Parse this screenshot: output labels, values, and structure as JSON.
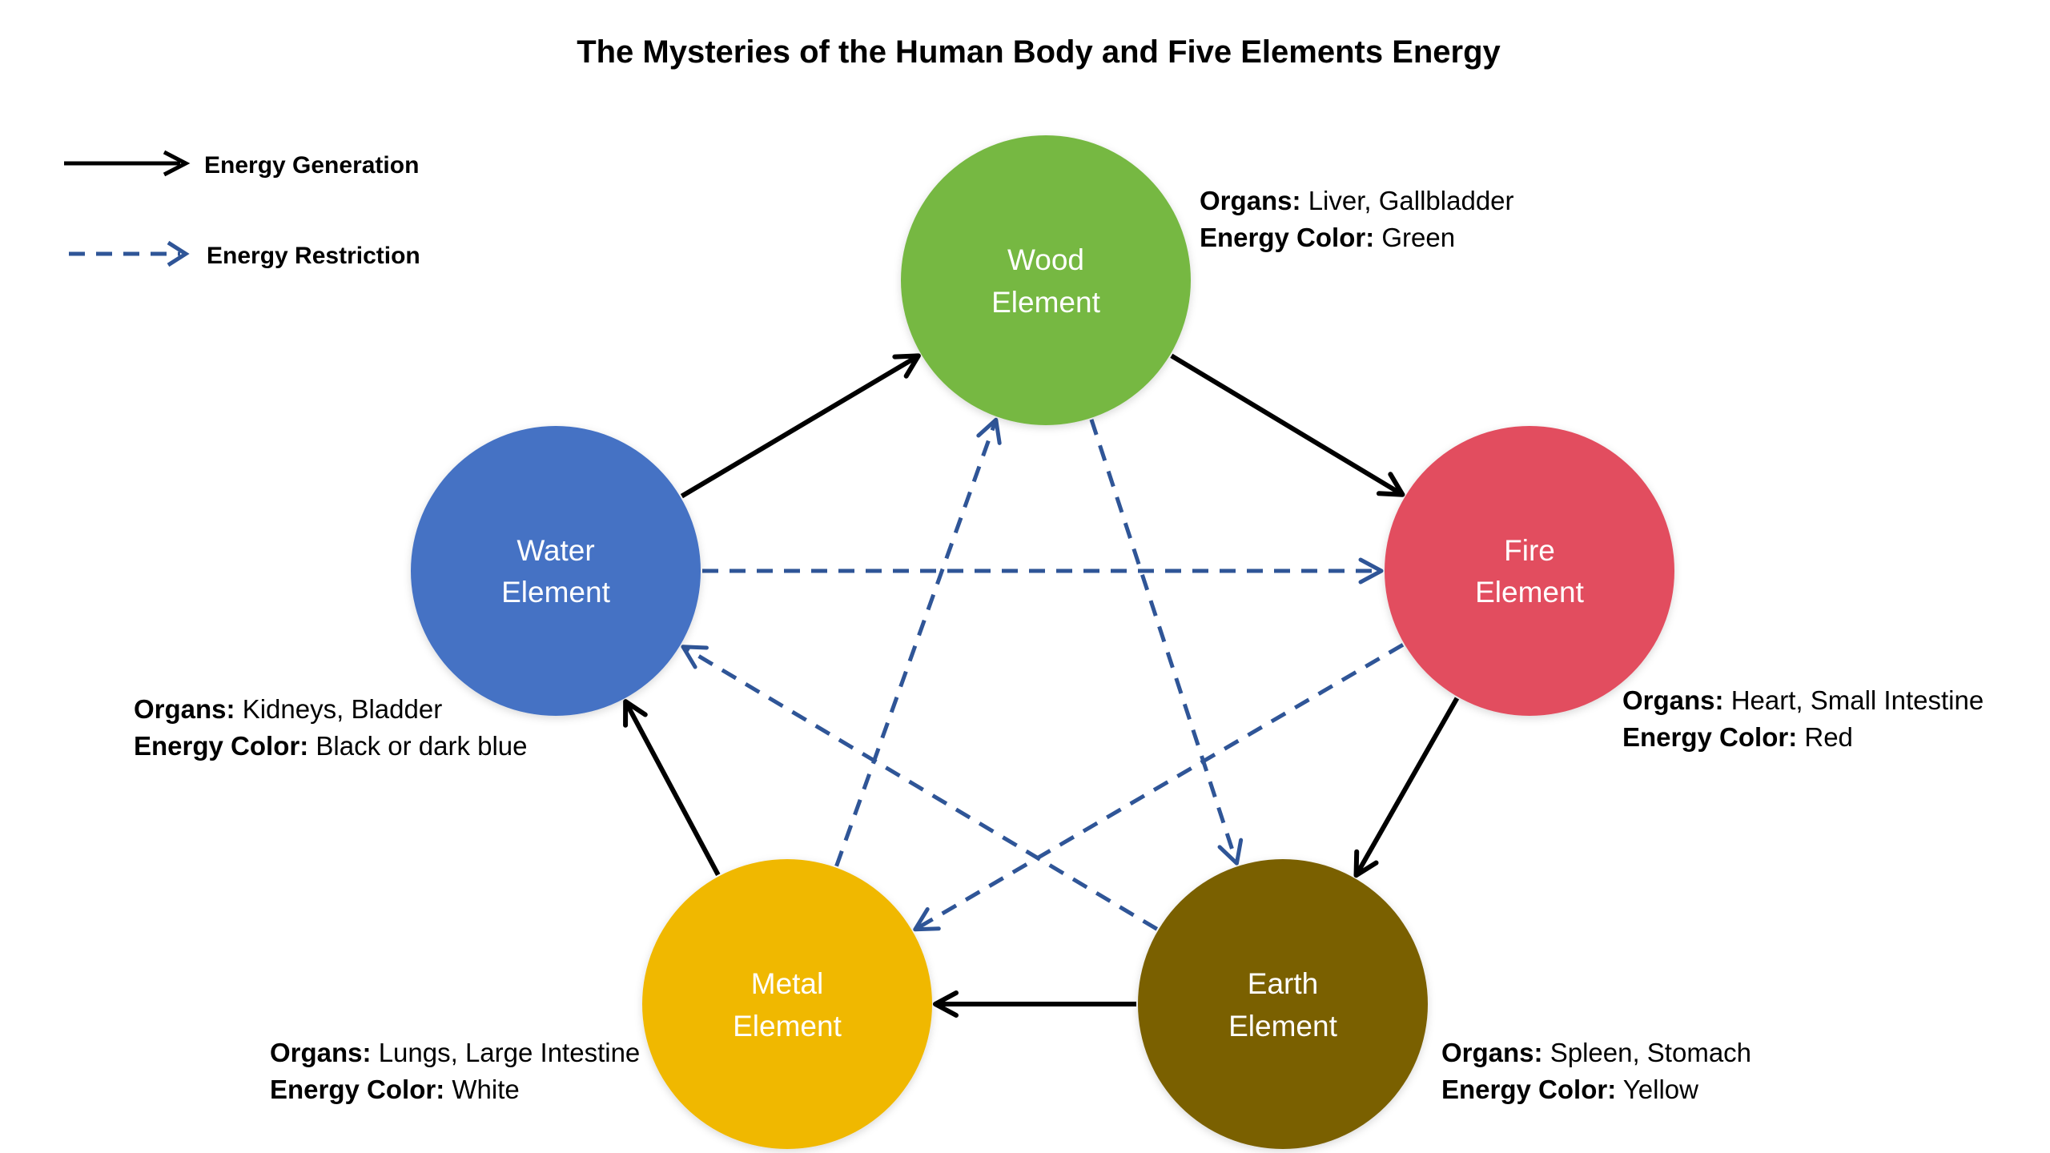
{
  "title": "The Mysteries of the Human Body and Five Elements Energy",
  "legend": {
    "generation_label": "Energy Generation",
    "restriction_label": "Energy Restriction"
  },
  "colors": {
    "generation": "#000000",
    "restriction": "#2F5597",
    "wood": "#76B843",
    "fire": "#E24D5E",
    "earth": "#7A6000",
    "metal": "#F0B800",
    "water": "#4472C4"
  },
  "info_labels": {
    "organs": "Organs:",
    "energy_color": "Energy Color:"
  },
  "elements": {
    "wood": {
      "line1": "Wood",
      "line2": "Element",
      "organs": "Liver, Gallbladder",
      "energy_color": "Green"
    },
    "fire": {
      "line1": "Fire",
      "line2": "Element",
      "organs": "Heart, Small Intestine",
      "energy_color": "Red"
    },
    "earth": {
      "line1": "Earth",
      "line2": "Element",
      "organs": "Spleen, Stomach",
      "energy_color": "Yellow"
    },
    "metal": {
      "line1": "Metal",
      "line2": "Element",
      "organs": "Lungs, Large Intestine",
      "energy_color": "White"
    },
    "water": {
      "line1": "Water",
      "line2": "Element",
      "organs": "Kidneys, Bladder",
      "energy_color": "Black or dark blue"
    }
  },
  "generation_cycle": [
    "wood",
    "fire",
    "earth",
    "metal",
    "water"
  ],
  "restriction_cycle": [
    [
      "wood",
      "earth"
    ],
    [
      "earth",
      "water"
    ],
    [
      "water",
      "fire"
    ],
    [
      "fire",
      "metal"
    ],
    [
      "metal",
      "wood"
    ]
  ]
}
